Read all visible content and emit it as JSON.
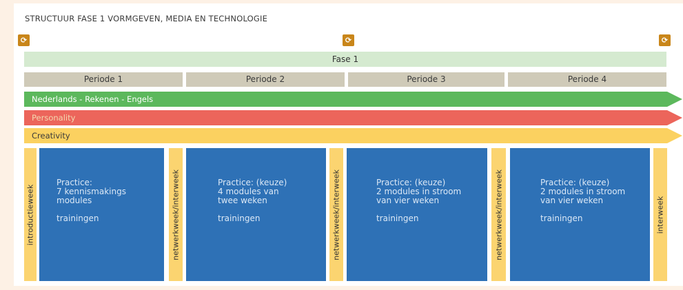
{
  "title": "STRUCTUUR FASE 1 VORMGEVEN, MEDIA EN TECHNOLOGIE",
  "marker_icon": "milestone-marker-icon",
  "fase": "Fase 1",
  "periodes": [
    "Periode 1",
    "Periode 2",
    "Periode 3",
    "Periode 4"
  ],
  "tracks": {
    "green": "Nederlands - Rekenen - Engels",
    "red": "Personality",
    "yellow": "Creativity"
  },
  "vertical_bars": {
    "intro": "introductieweek",
    "netwerk1": "netwerkweek/interweek",
    "netwerk2": "netwerkweek/interweek",
    "netwerk3": "netwerkweek/interweek",
    "end": "interweek"
  },
  "blocks": [
    {
      "line1": "Practice:",
      "line2": "7 kennismakings",
      "line3": "modules",
      "line4": "trainingen"
    },
    {
      "line1": "Practice: (keuze)",
      "line2": "4 modules van",
      "line3": "twee weken",
      "line4": "trainingen"
    },
    {
      "line1": "Practice: (keuze)",
      "line2": "2 modules in stroom",
      "line3": "van vier weken",
      "line4": "trainingen"
    },
    {
      "line1": "Practice: (keuze)",
      "line2": "2 modules in stroom",
      "line3": "van vier weken",
      "line4": "trainingen"
    }
  ],
  "colors": {
    "marker": "#c9861a",
    "fase": "#d5ead0",
    "periode": "#cfcab8",
    "green": "#5cb85c",
    "red": "#ec655b",
    "yellow": "#fbd160",
    "block": "#2e71b6"
  }
}
